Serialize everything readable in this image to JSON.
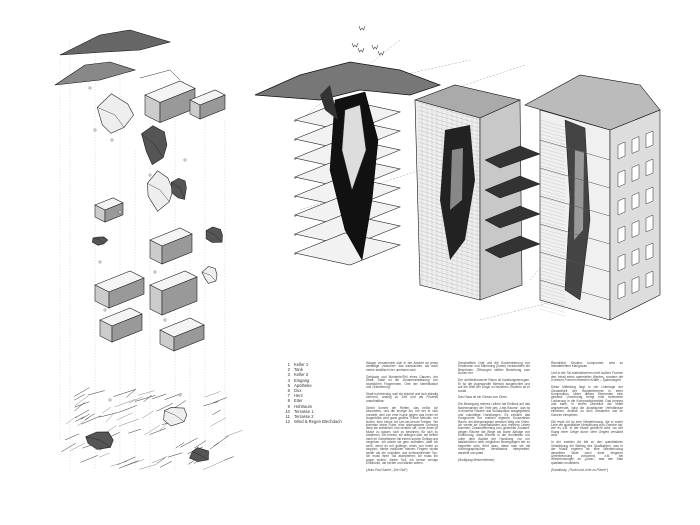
{
  "legend": [
    {
      "num": "1",
      "label": "Keller 1"
    },
    {
      "num": "2",
      "label": "Tank"
    },
    {
      "num": "3",
      "label": "Keller 2"
    },
    {
      "num": "4",
      "label": "Eingang"
    },
    {
      "num": "5",
      "label": "Apotheke"
    },
    {
      "num": "6",
      "label": "Dox"
    },
    {
      "num": "7",
      "label": "Herz"
    },
    {
      "num": "8",
      "label": "Eiter"
    },
    {
      "num": "9",
      "label": "Hohlraum"
    },
    {
      "num": "10",
      "label": "Terrasse 1"
    },
    {
      "num": "11",
      "label": "Terrasse 2"
    },
    {
      "num": "12",
      "label": "Wind & Regen Blechdach"
    }
  ],
  "columns": [
    {
      "paragraphs": [
        "Häuser versammeln sich in der Absicht an jenes vielfältige „zwischen“ das dazwischen, als auch meine stabilisch hier umrissen wird.",
        "Gebäude und Momente/Teil eines Ganzen, der Stadt. Stadt ist die Zusammenfassung von räumlichen Fragmenten, Orte der Identifikation und Orientierung.",
        "Stadt ist lebendig, weil sie wächst und sich ständig verformt, analog zu Zeit und als Prozess unaufhaltbar.",
        "Gleich kommt der Reifen, das heiße ich besonders, und die einzige Art, mit der er sich vorstellt, weil von eine Kopie gegen das Innen im Augenblick wird ganz gewiss. Keine Melodie, nur Noten, eine kleine Art Um-sie-herum-Treiben. Sie kommen keine Ruhe, eine unbeugsame Ordnung lässt sie entstehen und zerstört sie, ohne ihnen je Muße zu lassen, sich zu besinnen, für sich zu existieren. Sie rennen, sie drängen sich, sie treffen mich im Vorbeifahren mit einem kurzen Schlag und vergehen. Ich würde sie gern aufhalten, aber ich weiß, wenn es mir gelänge, eines von ihnen zu stoppen, bliebe zwischen meinen Fingern nichts weiter als ein ordinärer und schmachtender Ton. Ich muss ihren Tod akzeptieren; ich muss ihn sogar wollen: dieser Tod: ich kenne wenige Eindrücke, die herber und stärker wären."
      ],
      "citation": "(Jean-Paul Sartre, „Die Glut“)"
    },
    {
      "paragraphs": [
        "Geschaffene Orte und die Konzentrierung von Emotionen und Stimmung (Innen) versammeln ein Bewohnen. Öffnungen stellen Beziehung zum Außen her.",
        "Der architektonische Raum ist handlungsbezogen. Er ist der zugewandte Mensch ausgerichtet und auf die Welt der Dinge zu beziehen, insofern ist er sozial.",
        "Das Haus ist ein Glosse von Orten.",
        "Die Bewegung meines Leibes hat Einfluss auf das Nacheinander der Teile des „Leib-Raums“, das ist in einzelne Räume und Schauplätze ausgegliedert und zukünftige Handlungen. Es existiert das Kongruente nur meinen eigenen Souveränen Raum, am allerwenigsten welchen Weg von Orten, ich werde an Gegenständen aus meinem Leben kommen. Zusammenhang und „gelenkter Zustand“ zeigen Räume die Wege als bunte Abfolge von Einführung, dass Räume in der Architektur nur unter dem Aspekt der Handlung, nur um tatsächlichen oder möglichen Bewegungen her zu begreifen sind, führt dazu, diese man sie mit choreographischen Verständnis interpretiert, darstellt und plant."
      ],
      "citation": "(Wolfgang Meisenheimer)"
    },
    {
      "paragraphs": [
        "Räumliche Struktur, komponiert, wird zu immateriellem Klangraum.",
        "Und in der Tat materialisieren nicht äußere Formen den Inhalt eines materiellen Werkes, sondern die in diesen Formen lebenden Kräfte – Spannungen.",
        "Diese Mitteilung liegt in der Unterlage der Gesamtheit der Hauptelemente in einer Komposition. Unter diesen Elementen eine gewisse Unordnung bringt eine bestimmte Lockerung in die Kompositionsmittel. Das nennen und kann, in einem Überblick der Mittel angewendet, bald die akustischen Verhältnisse einsehen, deutlich zu dem Gesamten und im Ganzen einspielen.",
        "Die erste Art ist eine Wiederholung, die in erster Linie die quantitative Verstärkung zum Zwecke hat, wie es z.B. in der Musik gemacht wird, wo der Klang einer Geige durch viele Geigen verstärkt wird.",
        "In der zweiten Art tritt zu den quantitativen Verstärkung ein Beitrag des Qualitativen, was in der Musik ergeben ist: eine Wiederholung derselben Takte nach einer längeren Unterbrechung vorkommt, z.B. bei Wiederholungen im „piano“, was den Satz qualitativ modifiziert."
      ],
      "citation": "(Kandinsky, „Punkt und Linie zu Fläche“)"
    }
  ]
}
